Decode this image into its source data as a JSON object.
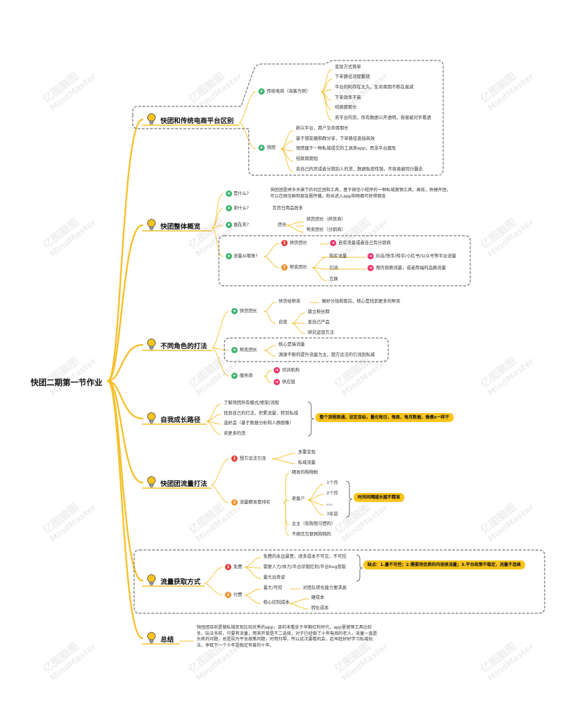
{
  "root": {
    "label": "快团二期第一节作业"
  },
  "colors": {
    "branch_line": "#f6c02c",
    "callout_fill": "#f9c41b",
    "icon_green": "#39b36b",
    "icon_red": "#e53935",
    "icon_orange": "#f08a1c",
    "icon_pink": "#e8336a",
    "dash_border": "#555555"
  },
  "watermark": {
    "cn": "亿图脑图",
    "en": "MindMaster"
  },
  "b1": {
    "title": "快团和传统电商平台区别",
    "n1": {
      "label": "传统电商（淘客为例）",
      "items": [
        "变现方式简单",
        "下单路径流程繁琐",
        "平台的利存在太久，生命周期不断在衰减",
        "下单效率不高",
        "结款周期长",
        "卖平台的货，所有数据公开透明，容易被对手看透"
      ]
    },
    "n2": {
      "label": "快团",
      "items": [
        "新兴平台，用户生命周期长",
        "基于朋友圈和群分享，下单路径直接高效",
        "快团属于一种私域成交的工具类app，而非平台属性",
        "结款周期短",
        "卖自己的货或者分销别人的货，数据私密性强，不容易被同行暴击"
      ]
    }
  },
  "b2": {
    "title": "快团整体概览",
    "q1": {
      "label": "是什么?",
      "text": "快团团是拼多多旗下的社区团购工具，基于微信小程序的一种私域营销工具，高效，快捷开团，可以在微信群和朋友圈传播，粉丝进入app购物都可获得佣金"
    },
    "q2": {
      "label": "卖什么?",
      "text": "百货日用品居多"
    },
    "q3": {
      "label": "谁在卖?",
      "mid": "团长",
      "items": [
        "供货团长（供货商）",
        "帮卖团长（分销商）"
      ]
    },
    "q4": {
      "label": "流量从哪来?",
      "s1": {
        "num": "1",
        "label": "供货团长",
        "leaf": "自有流量或者自己有分销商"
      },
      "s2": {
        "num": "2",
        "label": "帮卖团长",
        "buy": {
          "label": "购买流量",
          "leaf": "抖音/快手/知乎/小红书/公众号等平台流量"
        },
        "attract": {
          "label": "引流",
          "leaf": "用内容换流量，或者用福利品换流量"
        },
        "mutual": "互换"
      }
    }
  },
  "b3": {
    "title": "不同角色的打法",
    "n1": {
      "label": "供货团长",
      "help": {
        "label": "供货给帮卖",
        "leaf": "做好分钱和售后，核心是找到更多的帮卖"
      },
      "self": {
        "label": "自营",
        "items": [
          "建立粉丝群",
          "发自己产品",
          "研究运营方法"
        ]
      }
    },
    "n2": {
      "label": "帮卖团长",
      "items": [
        "核心是搞流量",
        "源源不断的提升流量为主，想方设法的引流到私域"
      ]
    },
    "n3": {
      "label": "服务商",
      "items": [
        "培训机构",
        "供应链"
      ]
    }
  },
  "b4": {
    "title": "自我成长路径",
    "items": [
      "了解快团所有模式/框架/流程",
      "找到自己的打法，积累流量，转到私域",
      "选好品（基于数据分析和人群画像）",
      "卖更多的货"
    ],
    "callout": "整个流程跑通，设定目标，量化每日，每周，每月数据，像傻x一样干"
  },
  "b5": {
    "title": "快团团流量打法",
    "n1": {
      "num": "1",
      "label": "想方设法引流",
      "items": [
        "多重变现",
        "私域流量"
      ]
    },
    "n2": {
      "num": "2",
      "label": "流量精准度排名",
      "top": "精准的购物粉",
      "old": {
        "label": "老客户",
        "items": [
          "1个月",
          "2个月",
          "。。。",
          "3年前"
        ]
      },
      "rest": [
        "业主（有购物习惯的）",
        "不相信互联网购物的"
      ]
    },
    "callout": "时间间隔越长越不精准"
  },
  "b6": {
    "title": "流量获取方式",
    "free": {
      "num": "1",
      "label": "免费",
      "items": [
        "免费的永远最贵，很多成本不可见，不可控",
        "需要人力/体力/平台早期红利/平台bug获取",
        "量大出奇迹"
      ]
    },
    "paid": {
      "num": "2",
      "label": "付费",
      "items": [
        "量大/可控"
      ],
      "leaf": "对团队转化能力要求高",
      "core": {
        "label": "核心控制成本",
        "items": [
          "硬成本",
          "转化成本"
        ]
      }
    },
    "callout": "缺点：1.量不可控；2.需要用优质的内容换流量；3.平台政策不稳定，流量不连续"
  },
  "b7": {
    "title": "总结",
    "text": "快团团目前是做私域变现比较优秀的app，目前未看处于早期红利时代，app里营销工具比较多，玩法多样，只要有流量，用其开单是不二选择，对于已经做了十年电商的老人，流量一直是头疼的问题，总是因为平台政策问题，时而归零，所以这次要看机会，趁早赶好好学习私域玩法，争取下一个十年是稳定有爱的十年。"
  }
}
